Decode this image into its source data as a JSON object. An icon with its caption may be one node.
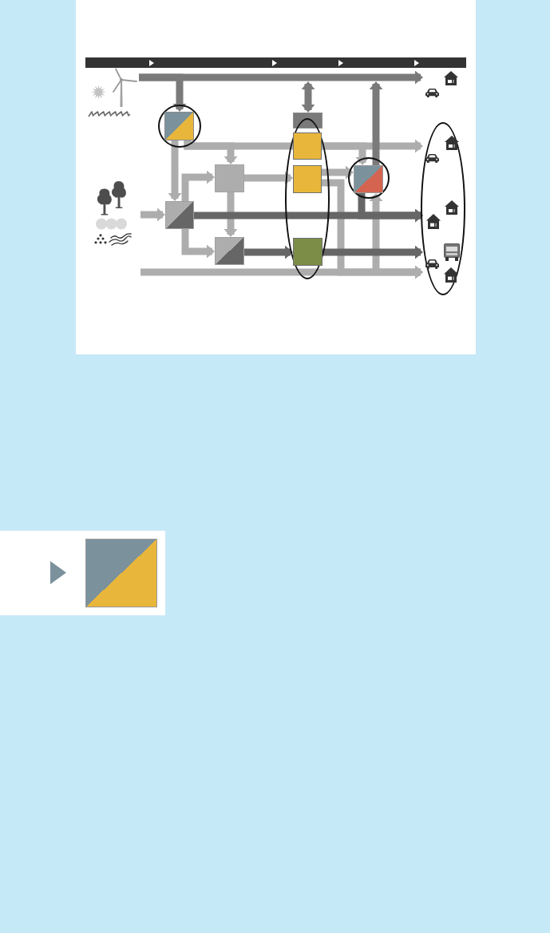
{
  "diagram": {
    "nodes": [
      {
        "text": [],
        "shape": "picture"
      },
      {
        "text": [],
        "shape": "circle"
      },
      {
        "text": [],
        "shape": "box",
        "in": 1
      },
      {
        "text": [],
        "shape": "box"
      },
      {
        "text": [],
        "shape": "ellipse"
      },
      {
        "text": [],
        "shape": "box",
        "in": 4
      },
      {
        "text": [],
        "shape": "box",
        "in": 4
      },
      {
        "text": [],
        "shape": "box",
        "in": 4
      },
      {
        "text": [],
        "shape": "box"
      },
      {
        "text": [],
        "shape": "box"
      },
      {
        "text": [],
        "shape": "box"
      },
      {
        "text": [],
        "shape": "circle"
      },
      {
        "text": [],
        "shape": "box",
        "in": 11
      },
      {
        "text": [],
        "shape": "picture"
      },
      {
        "text": [],
        "shape": "ellipse"
      },
      {
        "text": [],
        "shape": "picture",
        "in": 14
      },
      {
        "text": [],
        "shape": "picture",
        "in": 14
      },
      {
        "text": [],
        "shape": "picture",
        "in": 14
      },
      {
        "text": [],
        "shape": "box"
      }
    ],
    "edges": [
      {
        "from": 0,
        "to": 13,
        "arrow": "to",
        "color": "#7a7a7a"
      },
      {
        "from": 0,
        "to": 2,
        "arrow": "to",
        "color": "#7a7a7a"
      },
      {
        "from": null,
        "to": 3,
        "arrow": "both",
        "color": "#7a7a7a"
      },
      {
        "from": 2,
        "to": 5,
        "arrow": "none"
      },
      {
        "from": 2,
        "to": 8,
        "arrow": "to"
      },
      {
        "from": 5,
        "to": 12,
        "arrow": "to"
      },
      {
        "from": 5,
        "to": 15,
        "arrow": "to"
      },
      {
        "from": 2,
        "to": 9,
        "arrow": "to"
      },
      {
        "from": null,
        "to": 9,
        "arrow": "to"
      },
      {
        "from": 9,
        "to": 8,
        "arrow": "to"
      },
      {
        "from": 9,
        "to": 10,
        "arrow": "to"
      },
      {
        "from": 9,
        "to": 16,
        "arrow": "to",
        "color": "#666666"
      },
      {
        "from": 8,
        "to": 10,
        "arrow": "to"
      },
      {
        "from": 8,
        "to": 6,
        "arrow": "to"
      },
      {
        "from": 10,
        "to": 7,
        "arrow": "to",
        "color": "#666666"
      },
      {
        "from": 7,
        "to": 17,
        "arrow": "to",
        "color": "#666666"
      },
      {
        "from": 6,
        "to": 12,
        "arrow": "to"
      },
      {
        "from": 6,
        "to": 17,
        "arrow": "to"
      },
      {
        "from": 12,
        "to": 16,
        "arrow": "to",
        "color": "#666666"
      },
      {
        "from": 12,
        "to": null,
        "arrow": "to",
        "color": "#7a7a7a"
      },
      {
        "from": null,
        "to": 12,
        "arrow": "to"
      },
      {
        "from": null,
        "to": 17,
        "arrow": "to"
      }
    ]
  }
}
